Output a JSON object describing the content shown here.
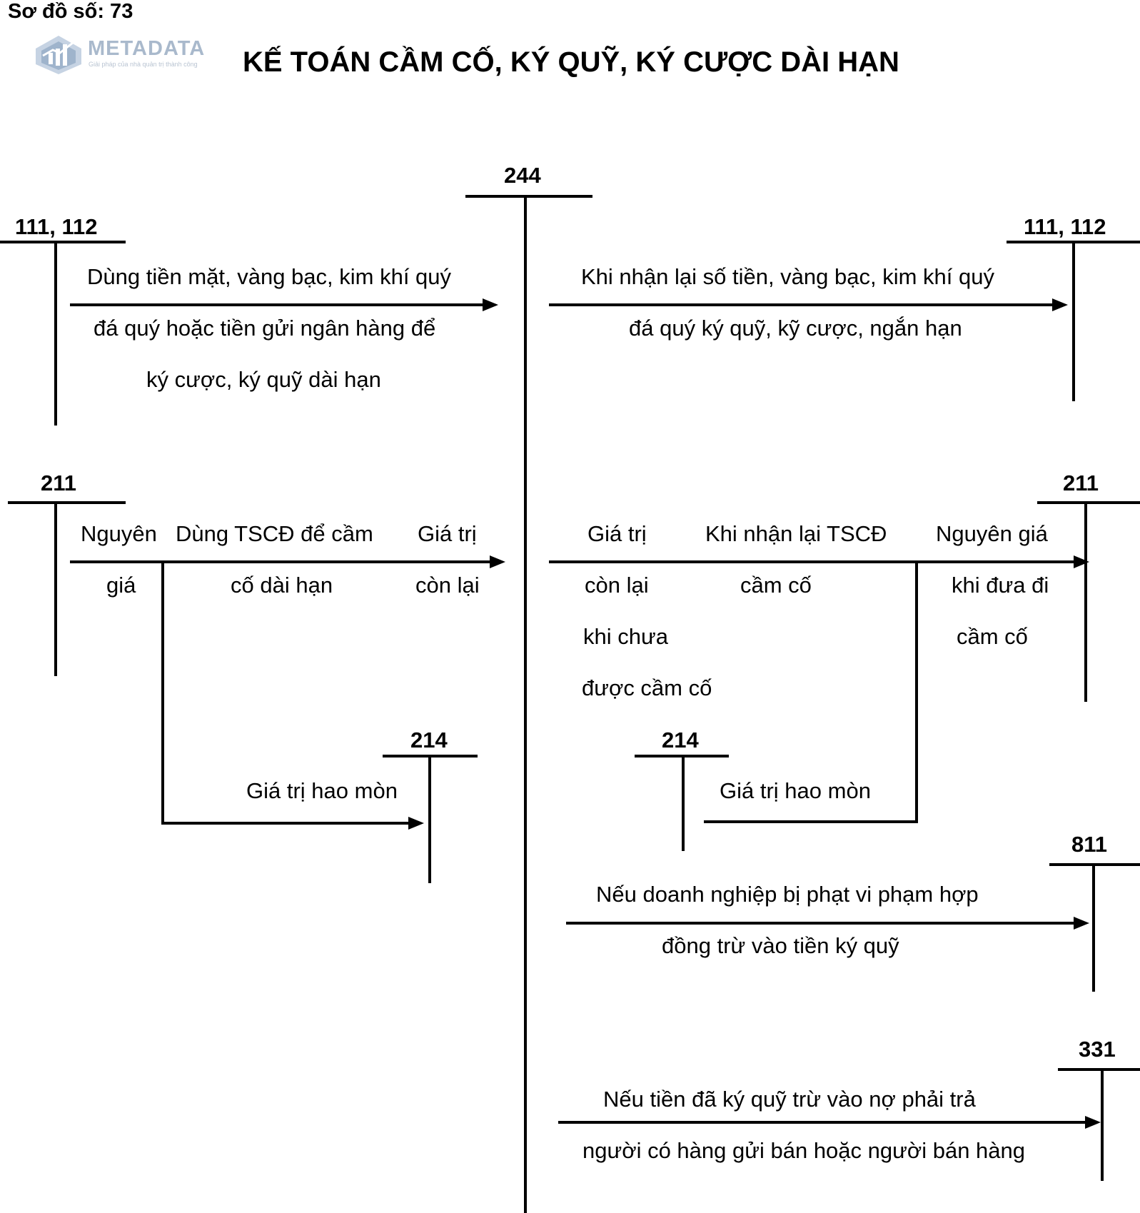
{
  "header": {
    "diagram_number": "Sơ đồ số: 73",
    "title": "KẾ TOÁN CẦM CỐ, KÝ QUỸ, KÝ CƯỢC DÀI HẠN"
  },
  "logo": {
    "name": "METADATA",
    "slogan": "Giải pháp của nhà quản trị thành công",
    "icon": "building-chart-icon"
  },
  "accounts": {
    "center": "244",
    "cash_left": "111, 112",
    "cash_right": "111, 112",
    "fixed_asset_left": "211",
    "fixed_asset_right": "211",
    "depreciation_left": "214",
    "depreciation_right": "214",
    "other_expense": "811",
    "payable": "331"
  },
  "labels": {
    "deposit_line1": "Dùng tiền mặt, vàng bạc, kim khí quý",
    "deposit_line2": "đá quý hoặc tiền gửi ngân hàng để",
    "deposit_line3": "ký cược, ký quỹ dài hạn",
    "refund_line1": "Khi nhận lại số tiền, vàng bạc, kim khí quý",
    "refund_line2": "đá quý ký quỹ, kỹ cược, ngắn hạn",
    "pledge_cost_1": "Nguyên",
    "pledge_cost_2": "giá",
    "pledge_desc_1": "Dùng TSCĐ để cầm",
    "pledge_desc_2": "cố dài hạn",
    "pledge_remain_1": "Giá trị",
    "pledge_remain_2": "còn lại",
    "pledge_dep": "Giá trị hao mòn",
    "return_remain_1": "Giá trị",
    "return_remain_2": "còn lại",
    "return_remain_3": "khi chưa",
    "return_remain_4": "được cầm cố",
    "return_desc_1": "Khi nhận lại TSCĐ",
    "return_desc_2": "cầm cố",
    "return_cost_1": "Nguyên giá",
    "return_cost_2": "khi đưa đi",
    "return_cost_3": "cầm cố",
    "return_dep": "Giá trị hao mòn",
    "penalty_line1": "Nếu doanh nghiệp bị phạt vi phạm hợp",
    "penalty_line2": "đồng trừ vào tiền ký quỹ",
    "payable_line1": "Nếu tiền đã ký quỹ trừ vào nợ phải trả",
    "payable_line2": "người có hàng gửi bán hoặc người bán hàng"
  }
}
